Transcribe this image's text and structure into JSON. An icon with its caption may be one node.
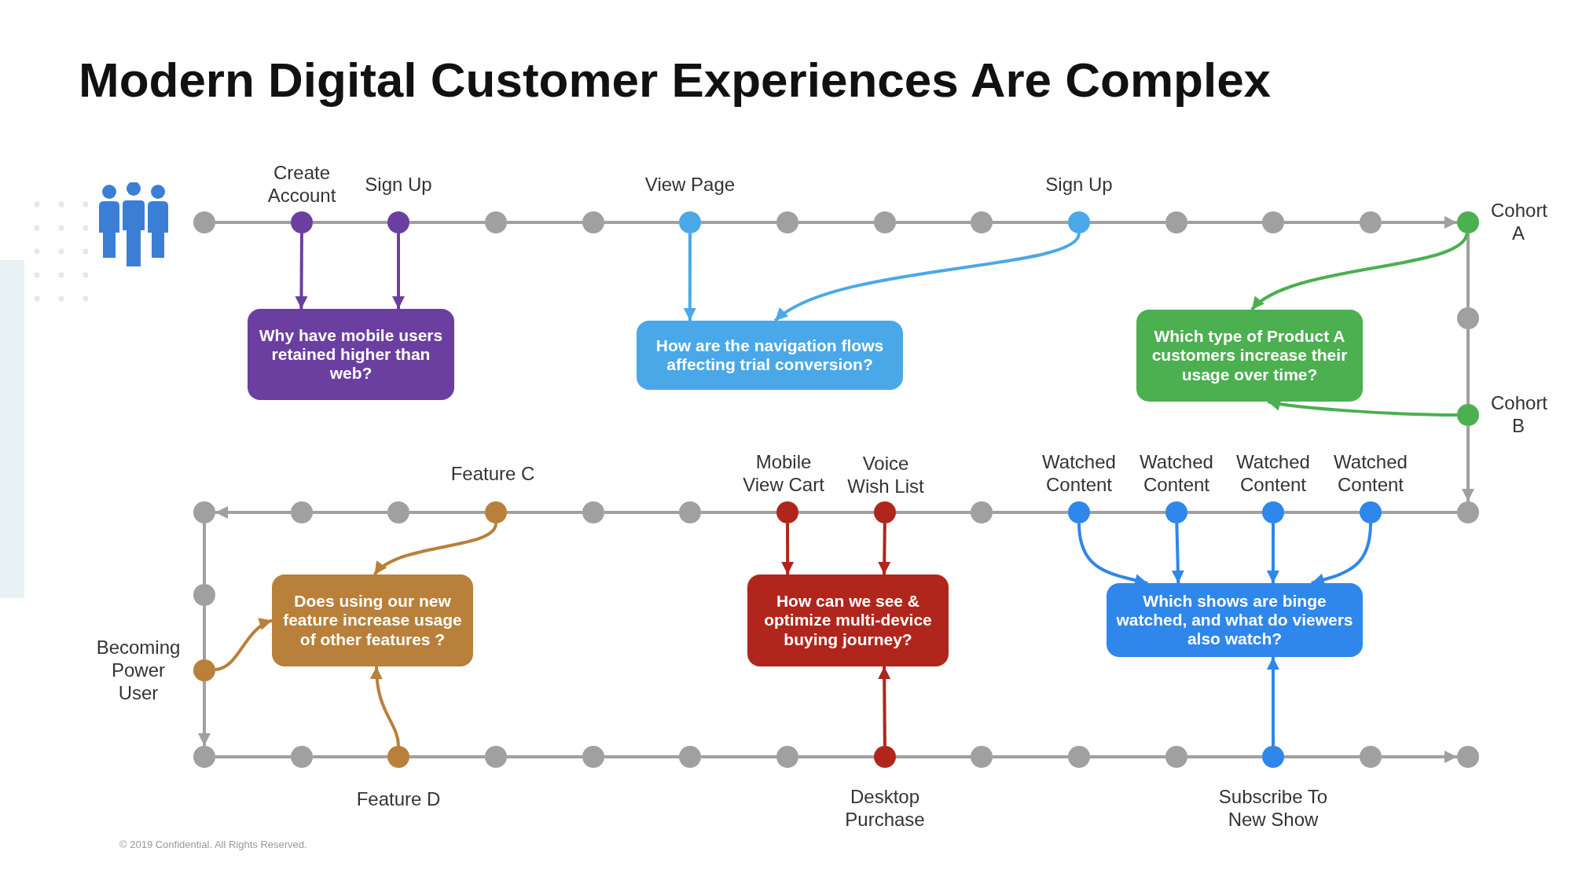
{
  "diagram": {
    "title": "Modern Digital Customer Experiences Are Complex",
    "nodes": [
      {
        "text": [],
        "shape": "circle"
      },
      {
        "text": [],
        "shape": "circle",
        "beside": [
          "Create Account"
        ]
      },
      {
        "text": [],
        "shape": "circle",
        "beside": [
          "Sign Up"
        ]
      },
      {
        "text": [],
        "shape": "circle"
      },
      {
        "text": [],
        "shape": "circle"
      },
      {
        "text": [],
        "shape": "circle",
        "beside": [
          "View Page"
        ]
      },
      {
        "text": [],
        "shape": "circle"
      },
      {
        "text": [],
        "shape": "circle"
      },
      {
        "text": [],
        "shape": "circle"
      },
      {
        "text": [],
        "shape": "circle",
        "beside": [
          "Sign Up"
        ]
      },
      {
        "text": [],
        "shape": "circle"
      },
      {
        "text": [],
        "shape": "circle"
      },
      {
        "text": [],
        "shape": "circle"
      },
      {
        "text": [],
        "shape": "circle",
        "beside": [
          "Cohort A"
        ]
      },
      {
        "text": [],
        "shape": "circle"
      },
      {
        "text": [],
        "shape": "circle",
        "beside": [
          "Cohort B"
        ]
      },
      {
        "text": [
          "Why have mobile users retained higher than web?"
        ]
      },
      {
        "text": [
          "How are the navigation flows affecting trial conversion?"
        ]
      },
      {
        "text": [
          "Which type of Product A customers increase their usage over time?"
        ]
      },
      {
        "text": [],
        "shape": "circle"
      },
      {
        "text": [],
        "shape": "circle"
      },
      {
        "text": [],
        "shape": "circle"
      },
      {
        "text": [],
        "shape": "circle",
        "beside": [
          "Feature C"
        ]
      },
      {
        "text": [],
        "shape": "circle"
      },
      {
        "text": [],
        "shape": "circle"
      },
      {
        "text": [],
        "shape": "circle",
        "beside": [
          "Mobile View Cart"
        ]
      },
      {
        "text": [],
        "shape": "circle",
        "beside": [
          "Voice Wish List"
        ]
      },
      {
        "text": [],
        "shape": "circle"
      },
      {
        "text": [],
        "shape": "circle",
        "beside": [
          "Watched Content"
        ]
      },
      {
        "text": [],
        "shape": "circle",
        "beside": [
          "Watched Content"
        ]
      },
      {
        "text": [],
        "shape": "circle",
        "beside": [
          "Watched Content"
        ]
      },
      {
        "text": [],
        "shape": "circle",
        "beside": [
          "Watched Content"
        ]
      },
      {
        "text": [],
        "shape": "circle"
      },
      {
        "text": [],
        "shape": "circle"
      },
      {
        "text": [],
        "shape": "circle",
        "beside": [
          "Becoming Power User"
        ]
      },
      {
        "text": [
          "Does using our new feature increase usage of other features ?"
        ]
      },
      {
        "text": [
          "How can we see & optimize multi-device buying journey?"
        ]
      },
      {
        "text": [
          "Which shows are binge watched, and what do viewers also watch?"
        ]
      },
      {
        "text": [],
        "shape": "circle"
      },
      {
        "text": [],
        "shape": "circle"
      },
      {
        "text": [],
        "shape": "circle",
        "beside": [
          "Feature D"
        ]
      },
      {
        "text": [],
        "shape": "circle"
      },
      {
        "text": [],
        "shape": "circle"
      },
      {
        "text": [],
        "shape": "circle"
      },
      {
        "text": [],
        "shape": "circle"
      },
      {
        "text": [],
        "shape": "circle",
        "beside": [
          "Desktop Purchase"
        ]
      },
      {
        "text": [],
        "shape": "circle"
      },
      {
        "text": [],
        "shape": "circle"
      },
      {
        "text": [],
        "shape": "circle"
      },
      {
        "text": [],
        "shape": "circle",
        "beside": [
          "Subscribe To New Show"
        ]
      },
      {
        "text": [],
        "shape": "circle"
      },
      {
        "text": [],
        "shape": "circle"
      }
    ],
    "edges": [
      {
        "from": 0,
        "to": 1,
        "arrow": "none"
      },
      {
        "from": 1,
        "to": 2,
        "arrow": "none"
      },
      {
        "from": 2,
        "to": 3,
        "arrow": "none"
      },
      {
        "from": 3,
        "to": 4,
        "arrow": "none"
      },
      {
        "from": 4,
        "to": 5,
        "arrow": "none"
      },
      {
        "from": 5,
        "to": 6,
        "arrow": "none"
      },
      {
        "from": 6,
        "to": 7,
        "arrow": "none"
      },
      {
        "from": 7,
        "to": 8,
        "arrow": "none"
      },
      {
        "from": 8,
        "to": 9,
        "arrow": "none"
      },
      {
        "from": 9,
        "to": 10,
        "arrow": "none"
      },
      {
        "from": 10,
        "to": 11,
        "arrow": "none"
      },
      {
        "from": 11,
        "to": 12,
        "arrow": "none"
      },
      {
        "from": 12,
        "to": 13,
        "arrow": "to"
      },
      {
        "from": 13,
        "to": 14,
        "arrow": "none"
      },
      {
        "from": 14,
        "to": 15,
        "arrow": "none"
      },
      {
        "from": 15,
        "to": 32,
        "arrow": "to"
      },
      {
        "from": 32,
        "to": 31,
        "arrow": "none"
      },
      {
        "from": 31,
        "to": 30,
        "arrow": "none"
      },
      {
        "from": 30,
        "to": 29,
        "arrow": "none"
      },
      {
        "from": 29,
        "to": 28,
        "arrow": "none"
      },
      {
        "from": 28,
        "to": 27,
        "arrow": "none"
      },
      {
        "from": 27,
        "to": 26,
        "arrow": "none"
      },
      {
        "from": 26,
        "to": 25,
        "arrow": "none"
      },
      {
        "from": 25,
        "to": 24,
        "arrow": "none"
      },
      {
        "from": 24,
        "to": 23,
        "arrow": "none"
      },
      {
        "from": 23,
        "to": 22,
        "arrow": "none"
      },
      {
        "from": 22,
        "to": 21,
        "arrow": "none"
      },
      {
        "from": 21,
        "to": 20,
        "arrow": "none"
      },
      {
        "from": 20,
        "to": 19,
        "arrow": "to"
      },
      {
        "from": 19,
        "to": 33,
        "arrow": "none"
      },
      {
        "from": 33,
        "to": 34,
        "arrow": "none"
      },
      {
        "from": 34,
        "to": 38,
        "arrow": "to"
      },
      {
        "from": 38,
        "to": 39,
        "arrow": "none"
      },
      {
        "from": 39,
        "to": 40,
        "arrow": "none"
      },
      {
        "from": 40,
        "to": 41,
        "arrow": "none"
      },
      {
        "from": 41,
        "to": 42,
        "arrow": "none"
      },
      {
        "from": 42,
        "to": 43,
        "arrow": "none"
      },
      {
        "from": 43,
        "to": 44,
        "arrow": "none"
      },
      {
        "from": 44,
        "to": 45,
        "arrow": "none"
      },
      {
        "from": 45,
        "to": 46,
        "arrow": "none"
      },
      {
        "from": 46,
        "to": 47,
        "arrow": "none"
      },
      {
        "from": 47,
        "to": 48,
        "arrow": "none"
      },
      {
        "from": 48,
        "to": 49,
        "arrow": "none"
      },
      {
        "from": 49,
        "to": 50,
        "arrow": "none"
      },
      {
        "from": 50,
        "to": 51,
        "arrow": "to"
      },
      {
        "from": 1,
        "to": 16,
        "arrow": "to",
        "color": "#6b3fa0"
      },
      {
        "from": 2,
        "to": 16,
        "arrow": "to",
        "color": "#6b3fa0"
      },
      {
        "from": 5,
        "to": 17,
        "arrow": "to",
        "color": "#4aa8e8"
      },
      {
        "from": 9,
        "to": 17,
        "arrow": "to",
        "color": "#4aa8e8"
      },
      {
        "from": 13,
        "to": 18,
        "arrow": "to",
        "color": "#4caf50"
      },
      {
        "from": 15,
        "to": 18,
        "arrow": "to",
        "color": "#4caf50"
      },
      {
        "from": 22,
        "to": 35,
        "arrow": "to",
        "color": "#b8803a"
      },
      {
        "from": 34,
        "to": 35,
        "arrow": "to",
        "color": "#b8803a"
      },
      {
        "from": 40,
        "to": 35,
        "arrow": "to",
        "color": "#b8803a"
      },
      {
        "from": 25,
        "to": 36,
        "arrow": "to",
        "color": "#b0261c"
      },
      {
        "from": 26,
        "to": 36,
        "arrow": "to",
        "color": "#b0261c"
      },
      {
        "from": 45,
        "to": 36,
        "arrow": "to",
        "color": "#b0261c"
      },
      {
        "from": 28,
        "to": 37,
        "arrow": "to",
        "color": "#2f86eb"
      },
      {
        "from": 29,
        "to": 37,
        "arrow": "to",
        "color": "#2f86eb"
      },
      {
        "from": 30,
        "to": 37,
        "arrow": "to",
        "color": "#2f86eb"
      },
      {
        "from": 31,
        "to": 37,
        "arrow": "to",
        "color": "#2f86eb"
      },
      {
        "from": 49,
        "to": 37,
        "arrow": "to",
        "color": "#2f86eb"
      }
    ],
    "labels": [
      "© 2019 Confidential. All Rights Reserved."
    ]
  }
}
